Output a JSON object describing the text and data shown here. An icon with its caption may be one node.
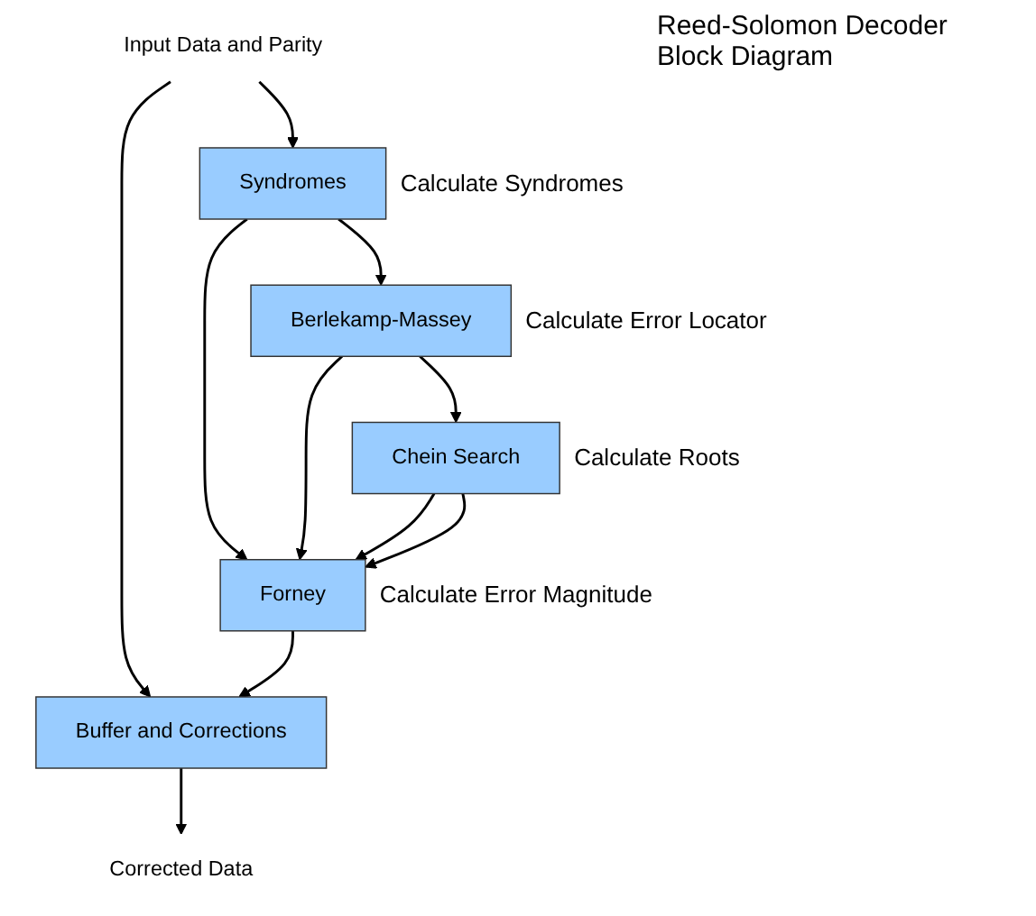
{
  "diagram": {
    "title": "Reed-Solomon Decoder Block Diagram",
    "nodes": [
      {
        "text": [
          "Input Data and Parity"
        ]
      },
      {
        "text": [
          "Syndromes"
        ],
        "beside": [
          "Calculate Syndromes"
        ]
      },
      {
        "text": [
          "Berlekamp-Massey"
        ],
        "beside": [
          "Calculate Error Locator"
        ]
      },
      {
        "text": [
          "Chein Search"
        ],
        "beside": [
          "Calculate Roots"
        ]
      },
      {
        "text": [
          "Forney"
        ],
        "beside": [
          "Calculate Error Magnitude"
        ]
      },
      {
        "text": [
          "Buffer and Corrections"
        ]
      },
      {
        "text": [
          "Corrected Data"
        ]
      }
    ],
    "edges": [
      {
        "from": 0,
        "to": 1,
        "arrow": "to"
      },
      {
        "from": 0,
        "to": 5,
        "arrow": "to"
      },
      {
        "from": 1,
        "to": 2,
        "arrow": "to"
      },
      {
        "from": 1,
        "to": 4,
        "arrow": "to"
      },
      {
        "from": 2,
        "to": 3,
        "arrow": "to"
      },
      {
        "from": 2,
        "to": 4,
        "arrow": "to"
      },
      {
        "from": 3,
        "to": 4,
        "arrow": "to"
      },
      {
        "from": 3,
        "to": 4,
        "arrow": "to"
      },
      {
        "from": 4,
        "to": 5,
        "arrow": "to"
      },
      {
        "from": 5,
        "to": 6,
        "arrow": "to"
      }
    ]
  }
}
